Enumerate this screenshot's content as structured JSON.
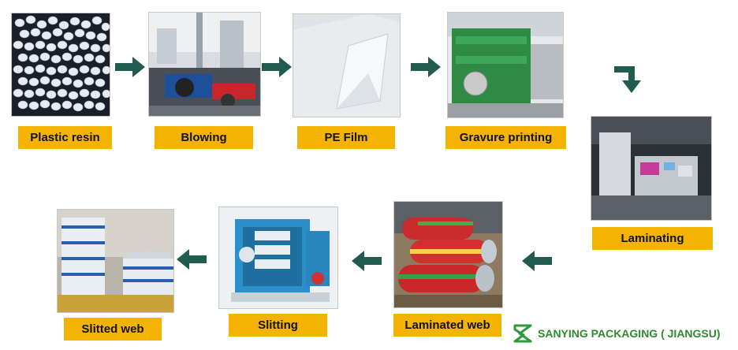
{
  "colors": {
    "label_bg": "#F5B301",
    "arrow": "#215C4E",
    "brand_text": "#2F8A2F",
    "logo": "#2E9A3C"
  },
  "steps": [
    {
      "label": "Plastic resin"
    },
    {
      "label": "Blowing"
    },
    {
      "label": "PE Film"
    },
    {
      "label": "Gravure printing"
    },
    {
      "label": "Laminating"
    },
    {
      "label": "Laminated web"
    },
    {
      "label": "Slitting"
    },
    {
      "label": "Slitted web"
    }
  ],
  "arrows": [
    {
      "icon": "arrow-right-icon"
    },
    {
      "icon": "arrow-right-icon"
    },
    {
      "icon": "arrow-right-icon"
    },
    {
      "icon": "arrow-turn-down-icon"
    },
    {
      "icon": "arrow-left-icon"
    },
    {
      "icon": "arrow-left-icon"
    },
    {
      "icon": "arrow-left-icon"
    }
  ],
  "brand": {
    "name": "SANYING PACKAGING ( JIANGSU)"
  }
}
